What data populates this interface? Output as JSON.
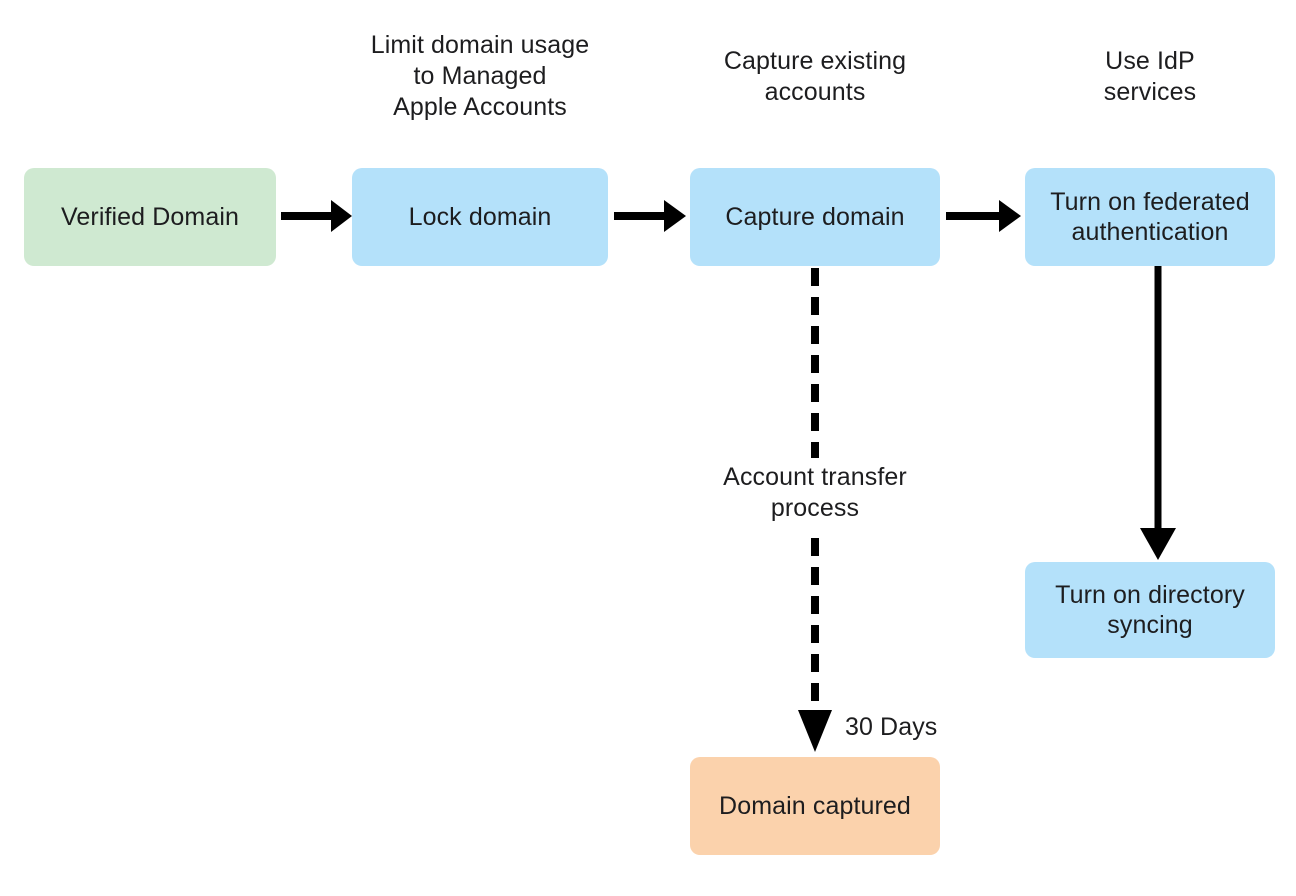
{
  "diagram": {
    "title": "Verified domain to captured domain flow",
    "colors": {
      "green": "#cfe9d1",
      "blue": "#b4e1fa",
      "orange": "#fbd2ac",
      "stroke": "#000000",
      "text": "#1d1d1f",
      "background": "#ffffff"
    },
    "nodes": [
      {
        "id": "verified-domain",
        "label": "Verified Domain",
        "fill": "green"
      },
      {
        "id": "lock-domain",
        "label": "Lock domain",
        "fill": "blue"
      },
      {
        "id": "capture-domain",
        "label": "Capture domain",
        "fill": "blue"
      },
      {
        "id": "federated-authentication",
        "label": "Turn on federated\nauthentication",
        "fill": "blue"
      },
      {
        "id": "directory-syncing",
        "label": "Turn on directory\nsyncing",
        "fill": "blue"
      },
      {
        "id": "domain-captured",
        "label": "Domain captured",
        "fill": "orange"
      }
    ],
    "captions": [
      {
        "id": "caption-lock-domain",
        "text": "Limit domain usage\nto Managed\nApple Accounts"
      },
      {
        "id": "caption-capture-domain",
        "text": "Capture existing\naccounts"
      },
      {
        "id": "caption-federated-auth",
        "text": "Use IdP\nservices"
      }
    ],
    "edge_labels": [
      {
        "id": "account-transfer-process",
        "text": "Account transfer\nprocess"
      },
      {
        "id": "thirty-days",
        "text": "30 Days"
      }
    ]
  }
}
